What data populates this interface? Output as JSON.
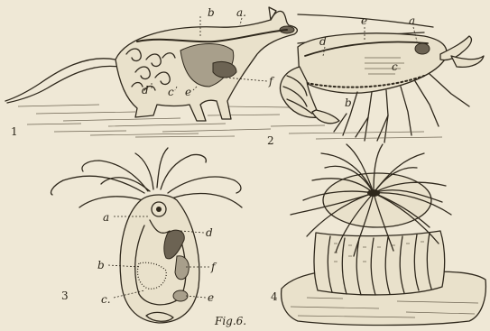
{
  "figure": {
    "caption": "Fig.6."
  },
  "panels": [
    {
      "number": "1",
      "labels": {
        "a": "a.",
        "b": "b",
        "c": "c",
        "d": "d",
        "e": "e",
        "f": "f"
      }
    },
    {
      "number": "2",
      "labels": {
        "a": "a",
        "b": "b",
        "c": "c",
        "d": "d",
        "e": "e"
      }
    },
    {
      "number": "3",
      "labels": {
        "a": "a",
        "b": "b",
        "c": "c.",
        "d": "d",
        "e": "e",
        "f": "f"
      }
    },
    {
      "number": "4",
      "labels": {}
    }
  ]
}
